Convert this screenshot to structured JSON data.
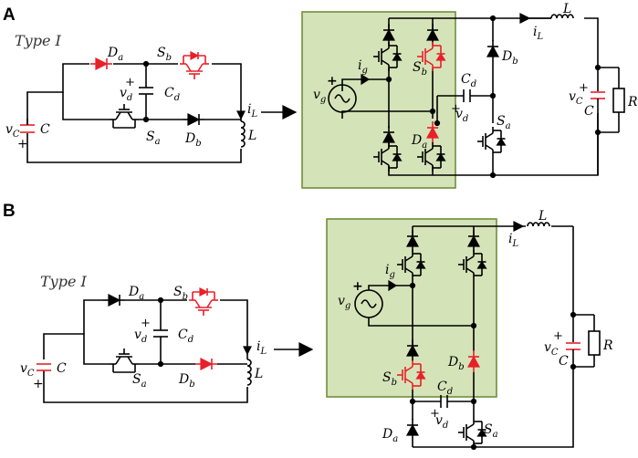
{
  "panels": [
    {
      "id": "A",
      "letter": "A",
      "type_label": "Type I",
      "left_circuit": {
        "v_c": "v",
        "v_c_sub": "C",
        "cap_c": "C",
        "d_a": "D",
        "d_a_sub": "a",
        "s_b": "S",
        "s_b_sub": "b",
        "v_d": "v",
        "v_d_sub": "d",
        "c_d": "C",
        "c_d_sub": "d",
        "s_a": "S",
        "s_a_sub": "a",
        "d_b": "D",
        "d_b_sub": "b",
        "i_l": "i",
        "i_l_sub": "L",
        "ind": "L"
      },
      "right_circuit": {
        "v_g": "v",
        "v_g_sub": "g",
        "i_g": "i",
        "i_g_sub": "g",
        "s_b": "S",
        "s_b_sub": "b",
        "d_a": "D",
        "d_a_sub": "a",
        "c_d": "C",
        "c_d_sub": "d",
        "v_d": "v",
        "v_d_sub": "d",
        "d_b": "D",
        "d_b_sub": "b",
        "s_a": "S",
        "s_a_sub": "a",
        "ind": "L",
        "i_l": "i",
        "i_l_sub": "L",
        "v_c": "v",
        "v_c_sub": "C",
        "cap_c": "C",
        "res": "R"
      }
    },
    {
      "id": "B",
      "letter": "B",
      "type_label": "Type I",
      "left_circuit": {
        "d_a": "D",
        "d_a_sub": "a",
        "s_b": "S",
        "s_b_sub": "b",
        "v_d": "v",
        "v_d_sub": "d",
        "c_d": "C",
        "c_d_sub": "d",
        "v_c": "v",
        "v_c_sub": "C",
        "cap_c": "C",
        "s_a": "S",
        "s_a_sub": "a",
        "d_b": "D",
        "d_b_sub": "b",
        "i_l": "i",
        "i_l_sub": "L",
        "ind": "L"
      },
      "right_circuit": {
        "ind": "L",
        "i_l": "i",
        "i_l_sub": "L",
        "i_g": "i",
        "i_g_sub": "g",
        "v_g": "v",
        "v_g_sub": "g",
        "s_b": "S",
        "s_b_sub": "b",
        "d_b": "D",
        "d_b_sub": "b",
        "c_d": "C",
        "c_d_sub": "d",
        "v_d": "v",
        "v_d_sub": "d",
        "d_a": "D",
        "d_a_sub": "a",
        "s_a": "S",
        "s_a_sub": "a",
        "v_c": "v",
        "v_c_sub": "C",
        "cap_c": "C",
        "res": "R"
      }
    }
  ],
  "colors": {
    "highlight": "#e8202a",
    "box_fill": "#d5e3b8",
    "box_border": "#6f8f3a",
    "wire": "#000000"
  }
}
